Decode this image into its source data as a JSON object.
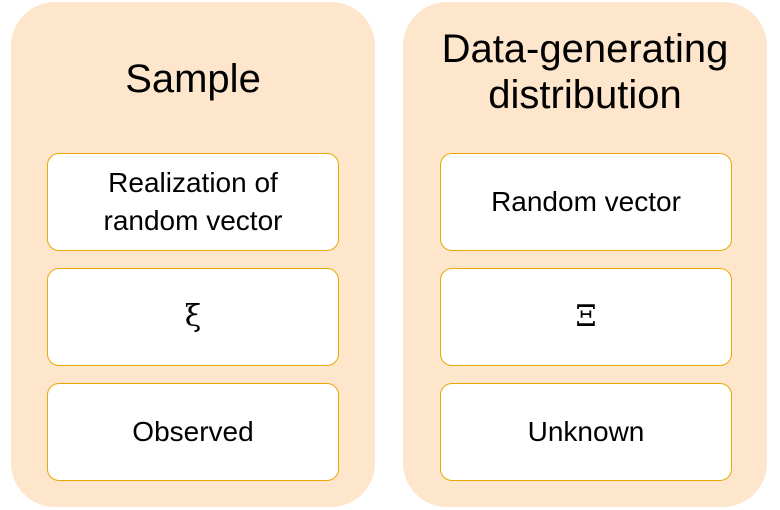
{
  "colors": {
    "panel_bg": "#fee6cc",
    "box_border": "#e8a900",
    "box_bg": "#ffffff"
  },
  "panels": [
    {
      "title": "Sample",
      "rows": [
        "Realization of\nrandom vector",
        "ξ",
        "Observed"
      ]
    },
    {
      "title": "Data-generating distribution",
      "rows": [
        "Random vector",
        "Ξ",
        "Unknown"
      ]
    }
  ]
}
